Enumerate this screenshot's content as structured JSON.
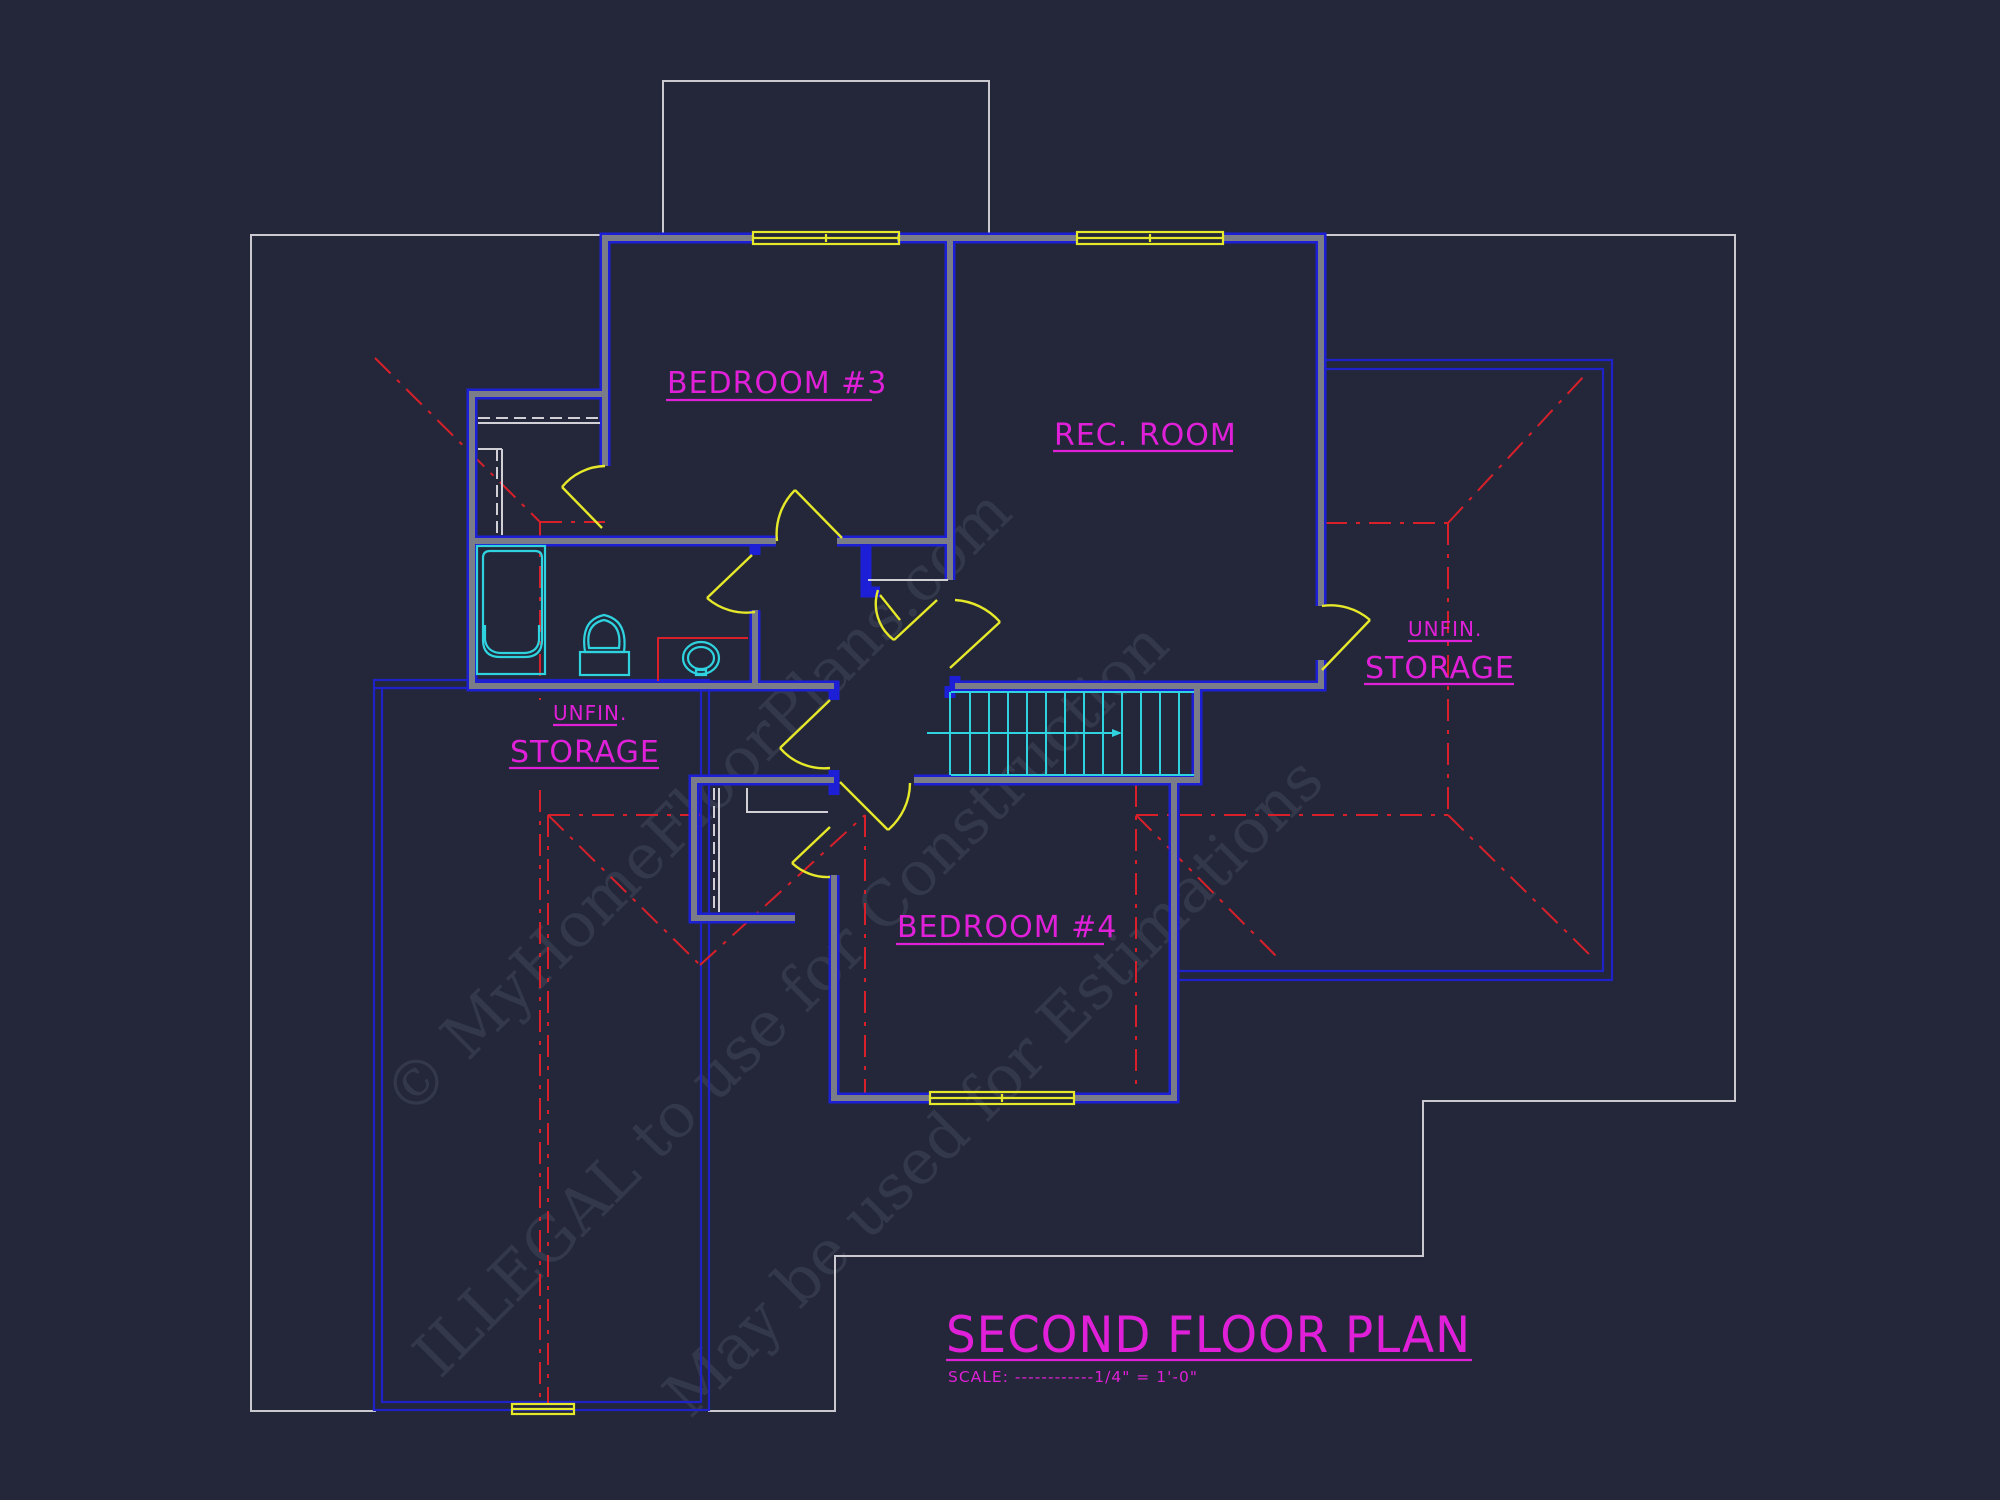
{
  "plan": {
    "title": "SECOND FLOOR PLAN",
    "scale": "SCALE: ------------1/4\" = 1'-0\"",
    "background": "#232739"
  },
  "rooms": {
    "bedroom3": "BEDROOM #3",
    "rec_room": "REC. ROOM",
    "bedroom4": "BEDROOM #4",
    "storage_left_top": "UNFIN.",
    "storage_left_bottom": "STORAGE",
    "storage_right_top": "UNFIN.",
    "storage_right_bottom": "STORAGE"
  },
  "watermark": {
    "line1": "© MyHomeFloorPlans.com",
    "line2": "ILLEGAL to use for Construction",
    "line3": "May be used for Estimations"
  },
  "colors": {
    "label": "#e020d8",
    "wall": "#1d1fd6",
    "door_window": "#e6e82a",
    "fixture": "#2fd3df",
    "ridge": "#d8202a",
    "roof_outline": "#c9c9cf"
  }
}
